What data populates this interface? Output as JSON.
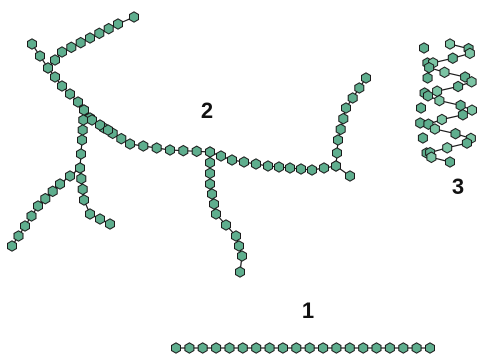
{
  "labels": {
    "linear": "1",
    "branched": "2",
    "helical": "3"
  },
  "style": {
    "fill": "#5fae8e",
    "fill_light": "#7cc4a4",
    "stroke": "#1a1a1a",
    "background": "#ffffff"
  },
  "structures": {
    "linear": {
      "units": 20
    },
    "branched": {
      "chains": 9
    },
    "helical": {
      "turns": 4
    }
  }
}
